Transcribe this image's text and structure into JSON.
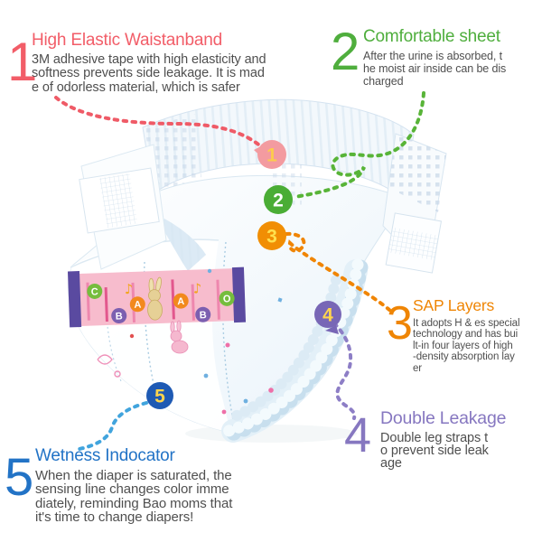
{
  "page": {
    "background": "#ffffff",
    "description_text_color": "#4f4f4f"
  },
  "sections": [
    {
      "number": "1",
      "title": "High Elastic Waistanband",
      "color": "#f25d68",
      "body_lines": [
        "3M adhesive tape with high elasticity and",
        "softness prevents side leakage. It is mad",
        "e of odorless material, which is safer"
      ]
    },
    {
      "number": "2",
      "title": "Comfortable sheet",
      "color": "#4fae3d",
      "body_lines": [
        "After the urine is absorbed, t",
        "he moist air inside can be dis",
        "charged"
      ]
    },
    {
      "number": "3",
      "title": "SAP Layers",
      "color": "#ef8504",
      "body_lines": [
        "It adopts H & es special",
        "technology and has bui",
        "lt-in four layers  of high",
        "-density absorption lay",
        "er"
      ]
    },
    {
      "number": "4",
      "title": "Double Leakage",
      "color": "#8677c0",
      "body_lines": [
        "Double leg straps t",
        "o prevent side leak",
        "age"
      ]
    },
    {
      "number": "5",
      "title": "Wetness Indocator",
      "color": "#2273c6",
      "body_lines": [
        "When the diaper is saturated, the",
        "sensing line changes color imme",
        "diately, reminding Bao moms that",
        "it's time to change diapers!"
      ]
    }
  ],
  "markers": [
    {
      "label": "1",
      "fill": "#f39ba0",
      "text_color": "#fccb4e",
      "line_color": "#ef5b67"
    },
    {
      "label": "2",
      "fill": "#4aad35",
      "text_color": "#ffffff",
      "line_color": "#58b438"
    },
    {
      "label": "3",
      "fill": "#f18e04",
      "text_color": "#ffe14f",
      "line_color": "#f08504"
    },
    {
      "label": "4",
      "fill": "#7867b6",
      "text_color": "#ffd44d",
      "line_color": "#8d7ec6"
    },
    {
      "label": "5",
      "fill": "#1e5ab4",
      "text_color": "#ffd44d",
      "line_color": "#41a4dd"
    }
  ],
  "illustration": {
    "name": "baby-diaper",
    "band_letters": [
      "C",
      "B",
      "A",
      "A",
      "B",
      "O"
    ],
    "band_note": "♪"
  }
}
